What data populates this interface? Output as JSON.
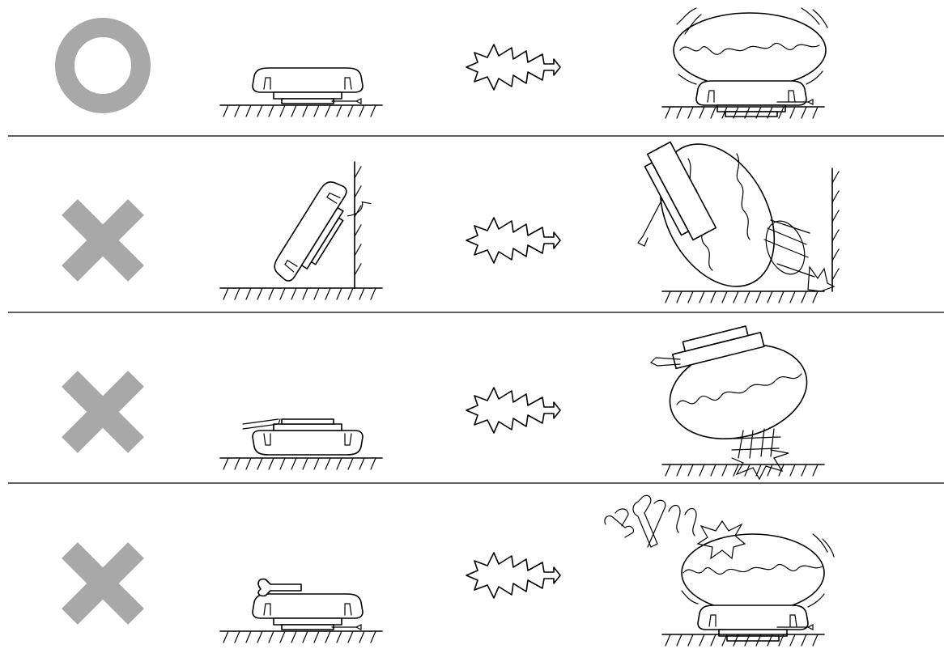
{
  "colors": {
    "background": "#ffffff",
    "line": "#000000",
    "mark": "#a8a8a8"
  },
  "rows": [
    {
      "mark": "circle-icon",
      "verdict": "correct",
      "placement": "flat-base-down",
      "result": "intact"
    },
    {
      "mark": "cross-icon",
      "verdict": "incorrect",
      "placement": "leaning-against-wall",
      "result": "falls-and-breaks"
    },
    {
      "mark": "cross-icon",
      "verdict": "incorrect",
      "placement": "upside-down",
      "result": "falls-and-breaks"
    },
    {
      "mark": "cross-icon",
      "verdict": "incorrect",
      "placement": "object-on-top",
      "result": "breaks"
    }
  ]
}
